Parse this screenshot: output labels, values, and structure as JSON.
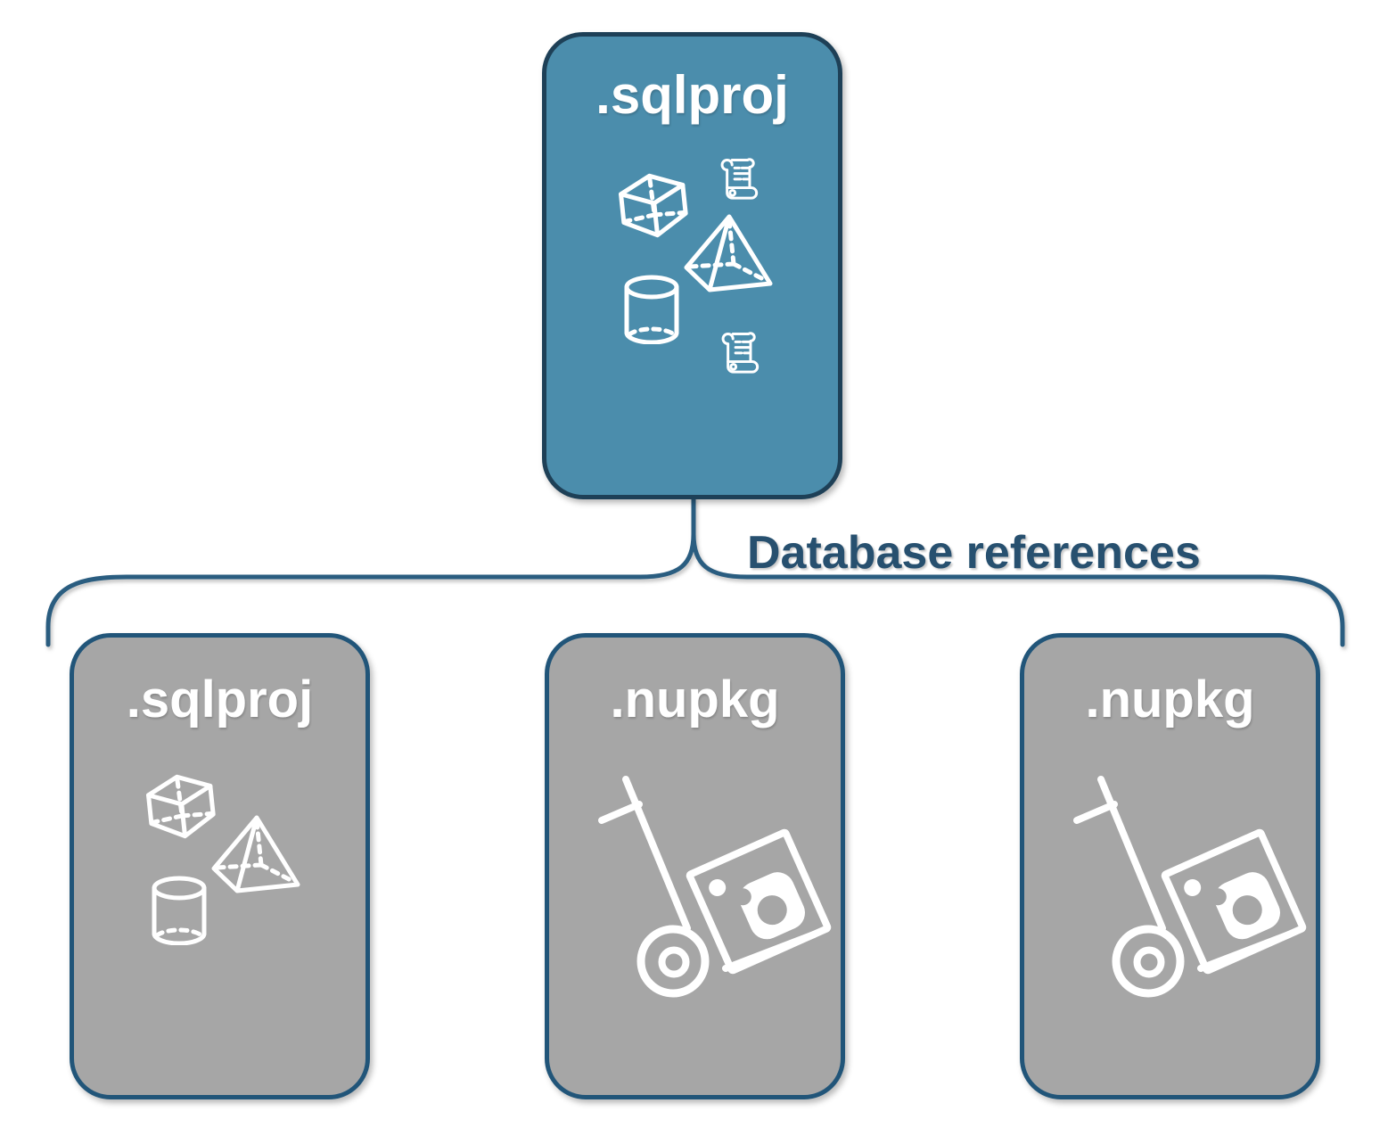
{
  "diagram": {
    "parent_box": {
      "label": ".sqlproj"
    },
    "connector": {
      "label": "Database references"
    },
    "child_boxes": [
      {
        "label": ".sqlproj"
      },
      {
        "label": ".nupkg"
      },
      {
        "label": ".nupkg"
      }
    ]
  },
  "colors": {
    "teal-fill": "#4b8dac",
    "teal-border": "#1e4057",
    "gray-fill": "#a6a6a6",
    "gray-border": "#215579",
    "line-color": "#2a5d80",
    "label-color": "#27506f",
    "icon-color": "#ffffff",
    "page-bg": "#ffffff"
  }
}
